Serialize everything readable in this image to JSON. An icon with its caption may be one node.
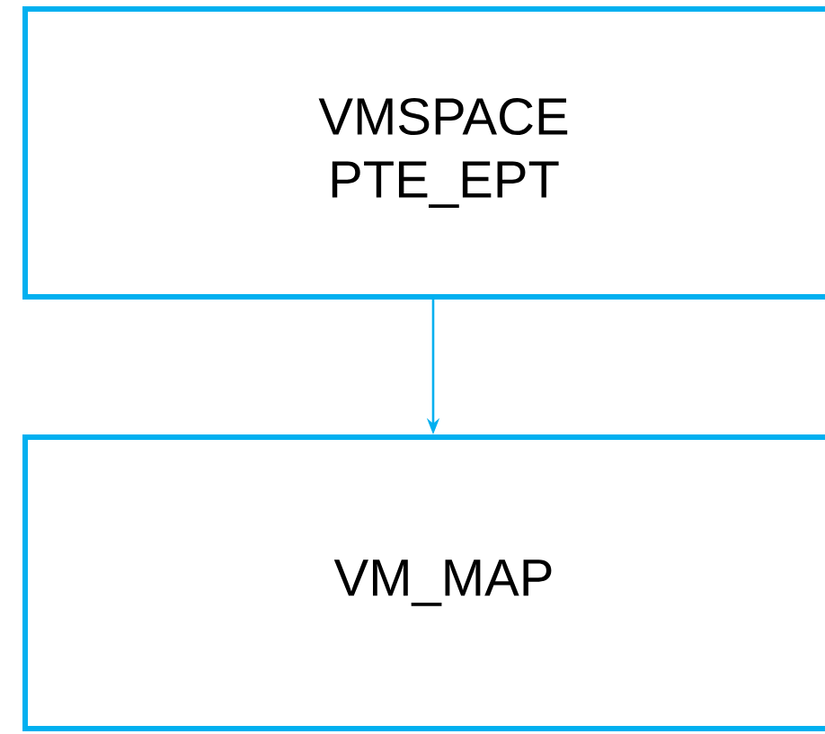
{
  "diagram": {
    "nodes": [
      {
        "text": [
          "VMSPACE PTE_EPT"
        ]
      },
      {
        "text": [
          "VM_MAP"
        ]
      }
    ],
    "edges": [
      {
        "from": 0,
        "to": 1,
        "arrow": "to"
      }
    ]
  }
}
